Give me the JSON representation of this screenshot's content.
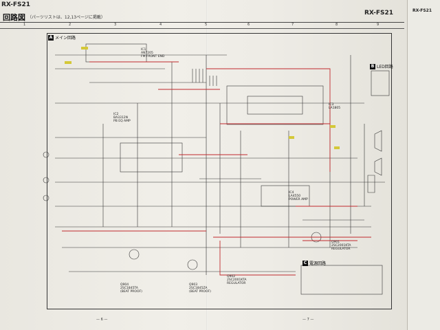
{
  "header": {
    "model_left": "RX-FS21",
    "model_right": "RX-FS21",
    "model_flap": "RX-FS21",
    "title": "回路図",
    "subtitle": "（パーツリストは、12,13ページに掲載）"
  },
  "ruler": [
    "1",
    "2",
    "3",
    "4",
    "5",
    "6",
    "7",
    "8",
    "9"
  ],
  "sections": {
    "main": {
      "letter": "A",
      "label": "メイン回路"
    },
    "led": {
      "letter": "B",
      "label": "LED回路"
    },
    "power": {
      "letter": "C",
      "label": "電源回路"
    }
  },
  "ic_labels": {
    "ic1": "IC1\nAN7205\nFM FRONT END",
    "ic2": "IC2\nBA3312N\nPB EQ AMP",
    "ic3": "IC3\nLA1805",
    "ic4": "IC4\nLA4550\nPOWER AMP",
    "q901": "Q901\n2SC2001KTA\nREGULATOR",
    "q902": "Q902\n2SC2001KTA\nREGULATOR",
    "q904": "Q904\n2SC1845TA\n(BEAT PROOF)",
    "q903": "Q903\n2SC1845ZA\n(BEAT PROOF)"
  },
  "page_numbers": {
    "left": "— 6 —",
    "right": "— 7 —"
  }
}
